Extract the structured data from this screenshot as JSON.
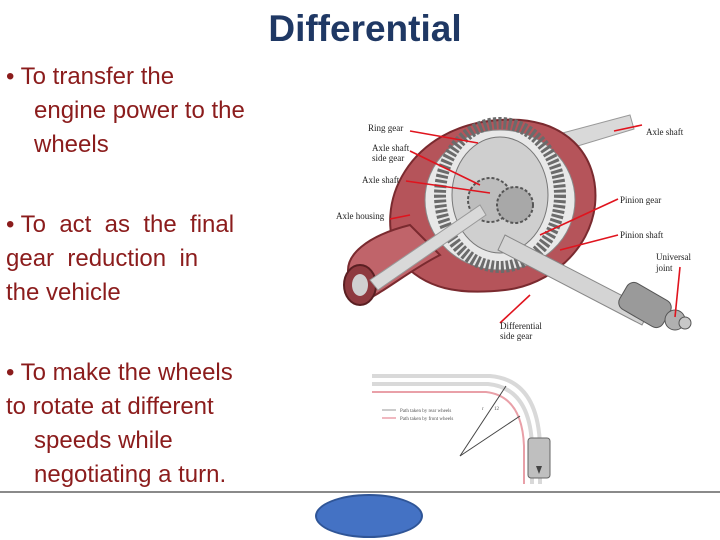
{
  "slide": {
    "title": "Differential",
    "bullets": [
      {
        "lines": [
          "• To",
          "transfer",
          "the",
          "engine power to the",
          "wheels"
        ]
      },
      {
        "lines": [
          "• To  act  as  the  final",
          "gear  reduction  in",
          "the vehicle"
        ]
      },
      {
        "lines": [
          "• To make the wheels",
          "to rotate at different",
          "speeds",
          "while",
          "negotiating a turn."
        ]
      }
    ]
  },
  "diagram": {
    "labels": {
      "ring_gear": "Ring gear",
      "axle_shaft_side_gear_1": "Axle shaft",
      "axle_shaft_side_gear_2": "side gear",
      "axle_shaft_left": "Axle shaft",
      "axle_housing": "Axle housing",
      "axle_shaft_right": "Axle shaft",
      "pinion_gear": "Pinion gear",
      "pinion_shaft": "Pinion shaft",
      "universal_joint_1": "Universal",
      "universal_joint_2": "joint",
      "diff_side_gear_1": "Differential",
      "diff_side_gear_2": "side gear"
    }
  },
  "turn_diagram": {
    "legend": [
      "Path taken by rear wheels",
      "Path taken by front wheels"
    ],
    "angle_labels": [
      "r",
      "12"
    ]
  },
  "colors": {
    "title": "#1f3864",
    "bullet_text": "#8b1c1c",
    "housing": "#b5545a",
    "leader_line": "#e0141e",
    "oval": "#4472c4"
  }
}
